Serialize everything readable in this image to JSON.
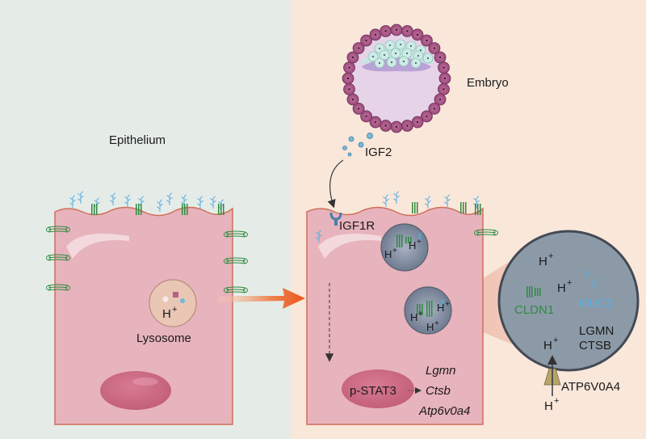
{
  "labels": {
    "epithelium": "Epithelium",
    "embryo": "Embryo",
    "igf2": "IGF2",
    "igf1r": "IGF1R",
    "lysosome": "Lysosome",
    "pstat3": "p-STAT3",
    "lgmn_gene": "Lgmn",
    "ctsb_gene": "Ctsb",
    "atp6v0a4_gene": "Atp6v0a4",
    "cldn1": "CLDN1",
    "muc1": "MUC1",
    "lgmn": "LGMN",
    "ctsb": "CTSB",
    "atp6v0a4": "ATP6V0A4",
    "h": "H",
    "plus": "+"
  },
  "colors": {
    "left_background": "#e5ece8",
    "right_background": "#f9e7da",
    "cell_fill": "#e7b3bd",
    "cell_stroke": "#cf6f5a",
    "nucleus": "#cc6b84",
    "lysosome_left": "#e9c7b4",
    "lysosome_right": "#8d98ac",
    "zoom_circle": "#8c9aa8",
    "arrow": "#e9561e",
    "cldn1_text": "#2e8b3e",
    "muc1_text": "#5aaee0"
  }
}
